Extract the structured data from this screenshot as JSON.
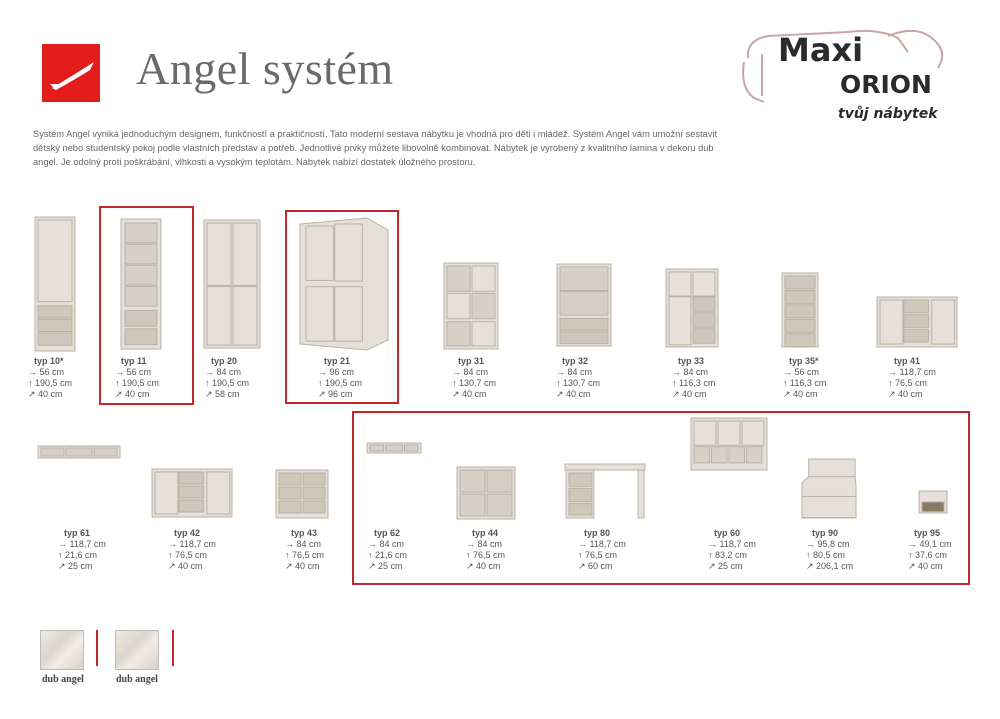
{
  "header": {
    "title": "Angel systém"
  },
  "brand": {
    "name_line1": "Maxi",
    "name_line2": "ORION",
    "tagline": "tvůj nábytek"
  },
  "intro": {
    "text": "Systém Angel vyniká jednoduchým designem, funkčností a praktičností. Tato moderní sestava nábytku je vhodná pro děti i mládež. Systém Angel vám umožní sestavit dětský nebo studentský pokoj podle vlastních představ a potřeb. Jednotlivé prvky můžete libovolně kombinovat. Nábytek je vyrobený z kvalitního lamina v dekoru dub angel. Je odolný proti poškrábání, vlhkosti a vysokým teplotám. Nábytek nabízí dostatek úložného prostoru."
  },
  "colors": {
    "accent": "#c4262e",
    "logo_red": "#e41b1b",
    "wood": "#e6e0d8"
  },
  "products": [
    {
      "name": "typ 10*",
      "w": "→ 56 cm",
      "h": "↑ 190,5 cm",
      "d": "↗ 40 cm"
    },
    {
      "name": "typ 11",
      "w": "→   56 cm",
      "h": "↑   190,5 cm",
      "d": "↗   40 cm"
    },
    {
      "name": "typ 20",
      "w": "→ 84 cm",
      "h": "↑ 190,5 cm",
      "d": "↗ 58 cm"
    },
    {
      "name": "typ 21",
      "w": "→ 96 cm",
      "h": "↑ 190,5 cm",
      "d": "↗ 96 cm"
    },
    {
      "name": "typ 31",
      "w": "→ 84 cm",
      "h": "↑ 130,7 cm",
      "d": "↗ 40 cm"
    },
    {
      "name": "typ 32",
      "w": "→   84 cm",
      "h": "↑   130,7 cm",
      "d": "↗   40 cm"
    },
    {
      "name": "typ 33",
      "w": "→ 84 cm",
      "h": "↑ 116,3 cm",
      "d": "↗ 40 cm"
    },
    {
      "name": "typ 35*",
      "w": "→ 56 cm",
      "h": "↑ 116,3 cm",
      "d": "↗ 40 cm"
    },
    {
      "name": "typ 41",
      "w": "→ 118,7 cm",
      "h": "↑ 76,5 cm",
      "d": "↗ 40 cm"
    },
    {
      "name": "typ 61",
      "w": "→ 118,7 cm",
      "h": "↑ 21,6 cm",
      "d": "↗ 25 cm"
    },
    {
      "name": "typ 42",
      "w": "→ 118,7 cm",
      "h": "↑ 76,5 cm",
      "d": "↗ 40 cm"
    },
    {
      "name": "typ 43",
      "w": "→ 84 cm",
      "h": "↑ 76,5 cm",
      "d": "↗ 40 cm"
    },
    {
      "name": "typ 62",
      "w": "→ 84 cm",
      "h": "↑ 21,6 cm",
      "d": "↗ 25 cm"
    },
    {
      "name": "typ 44",
      "w": "→ 84 cm",
      "h": "↑ 76,5 cm",
      "d": "↗ 40 cm"
    },
    {
      "name": "typ 80",
      "w": "→ 118,7 cm",
      "h": "↑ 76,5 cm",
      "d": "↗ 60 cm"
    },
    {
      "name": "typ 60",
      "w": "→ 118,7 cm",
      "h": "↑ 83,2 cm",
      "d": "↗ 25 cm"
    },
    {
      "name": "typ 90",
      "w": "→ 95,8 cm",
      "h": "↑ 80,5 cm",
      "d": "↗ 206,1 cm"
    },
    {
      "name": "typ 95",
      "w": "→ 49,1 cm",
      "h": "↑ 37,6 cm",
      "d": "↗ 40 cm"
    }
  ],
  "swatches": [
    {
      "label": "dub angel"
    },
    {
      "label": "dub angel"
    }
  ]
}
